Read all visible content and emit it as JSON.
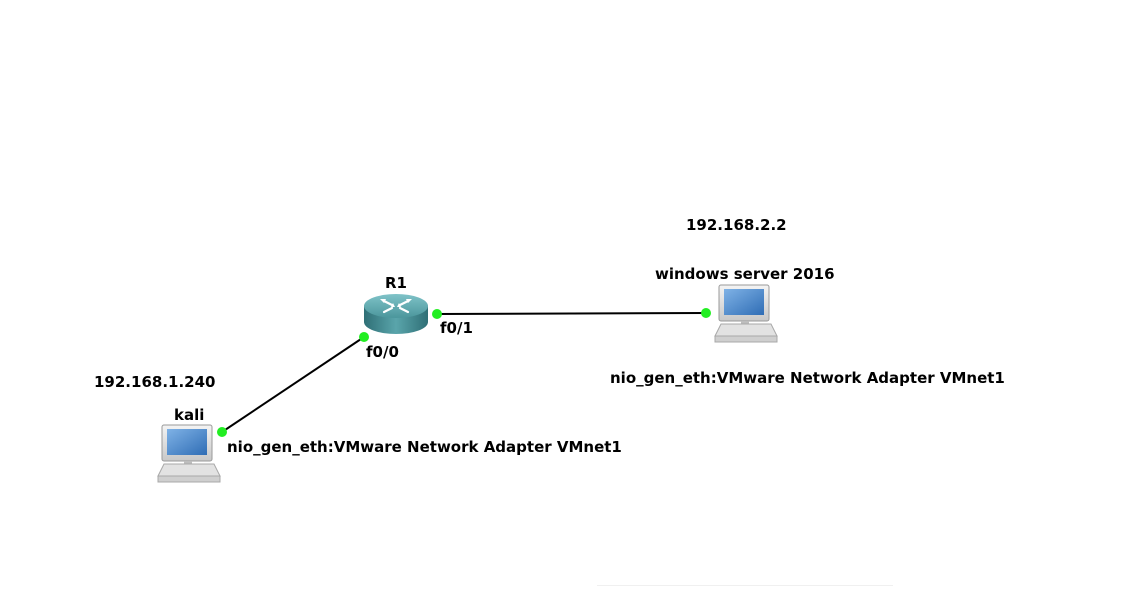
{
  "topology": {
    "router": {
      "name": "R1",
      "ports": {
        "left": "f0/0",
        "right": "f0/1"
      }
    },
    "hosts": {
      "kali": {
        "name": "kali",
        "ip": "192.168.1.240",
        "adapter": "nio_gen_eth:VMware Network Adapter VMnet1"
      },
      "windows": {
        "name": "windows server 2016",
        "ip": "192.168.2.2",
        "adapter": "nio_gen_eth:VMware Network Adapter VMnet1"
      }
    },
    "colors": {
      "link": "#000000",
      "port_status": "#22ee22",
      "router_body": "#3f8c93",
      "screen": "#4a86c8"
    }
  },
  "links": [
    {
      "from": "kali",
      "to": "R1",
      "from_port": "",
      "to_port": "f0/0"
    },
    {
      "from": "R1",
      "to": "windows server 2016",
      "from_port": "f0/1",
      "to_port": ""
    }
  ],
  "icons": {
    "router": "router-icon",
    "computer": "computer-icon"
  }
}
